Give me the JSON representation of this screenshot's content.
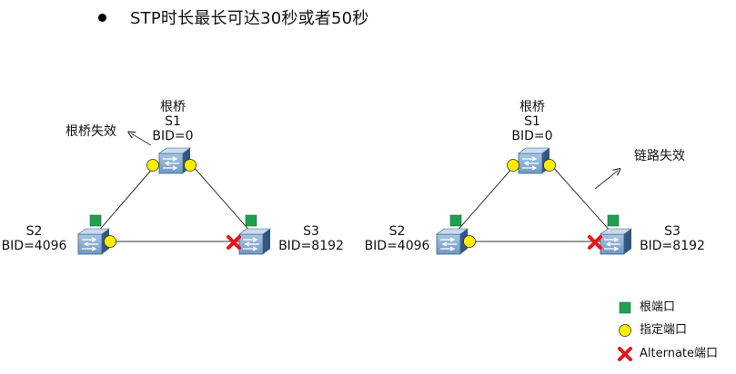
{
  "bullet": {
    "text": "STP时长最长可达30秒或者50秒"
  },
  "left_scenario": {
    "root": {
      "line1": "根桥",
      "line2": "S1",
      "line3": "BID=0"
    },
    "s2": {
      "name": "S2",
      "bid": "BID=4096"
    },
    "s3": {
      "name": "S3",
      "bid": "BID=8192"
    },
    "failure_label": "根桥失效"
  },
  "right_scenario": {
    "root": {
      "line1": "根桥",
      "line2": "S1",
      "line3": "BID=0"
    },
    "s2": {
      "name": "S2",
      "bid": "BID=4096"
    },
    "s3": {
      "name": "S3",
      "bid": "BID=8192"
    },
    "failure_label": "链路失效"
  },
  "legend": {
    "root_port": "根端口",
    "designated_port": "指定端口",
    "alternate_port": "Alternate端口"
  },
  "colors": {
    "root_port": "#1fa050",
    "designated_port": "#ffee00",
    "alternate_port": "#e8141c",
    "switch_body": "#5b86b3"
  }
}
